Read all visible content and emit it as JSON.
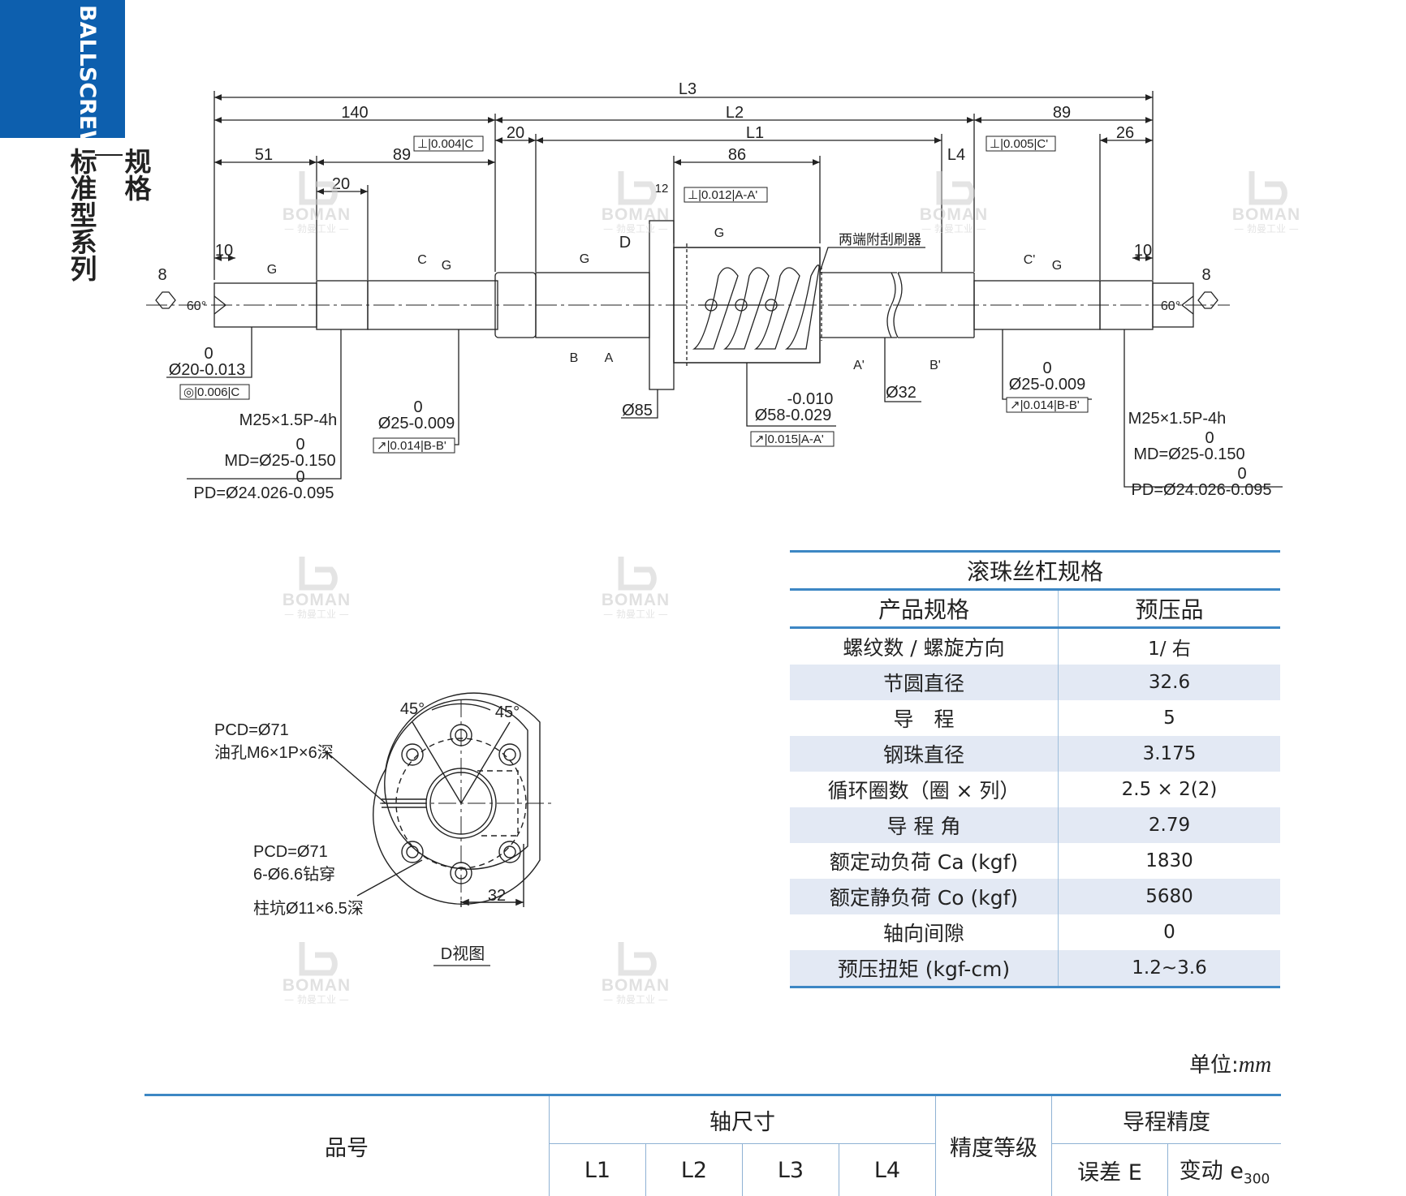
{
  "sidebar": {
    "category": "BALLSCREWS",
    "section_a": "规格",
    "section_b": "标准型系列"
  },
  "drawing": {
    "dims_top": {
      "l3": "L3",
      "l2": "L2",
      "l1": "L1",
      "l4": "L4",
      "d140": "140",
      "d89_right": "89",
      "d20_top": "20",
      "d26": "26",
      "d51": "51",
      "d89_left": "89",
      "d86": "86",
      "d20_small": "20",
      "d12": "12",
      "d10_left": "10",
      "d10_right": "10",
      "d8_left": "8",
      "d8_right": "8"
    },
    "tolerances": {
      "perp_c": "⊥|0.004|C",
      "perp_c_prime": "⊥|0.005|C'",
      "perp_aa": "⊥|0.012|A-A'",
      "conc_c": "◎|0.006|C",
      "runout_bb_left": "↗|0.014|B-B'",
      "runout_bb_right": "↗|0.014|B-B'",
      "runout_aa": "↗|0.015|A-A'"
    },
    "labels": {
      "g": "G",
      "d": "D",
      "c": "C",
      "c_prime": "C'",
      "a": "A",
      "b": "B",
      "a_prime": "A'",
      "b_prime": "B'",
      "angle60": "60°",
      "wiper": "两端附刮刷器"
    },
    "callouts": {
      "shaft_left_zero": "0",
      "shaft_left": "Ø20-0.013",
      "thread_left": "M25×1.5P-4h",
      "md_zero_left": "0",
      "md_left": "MD=Ø25-0.150",
      "pd_zero_left": "0",
      "pd_left": "PD=Ø24.026-0.095",
      "bearing_left_zero": "0",
      "bearing_left": "Ø25-0.009",
      "flange": "Ø85",
      "nut_upper": "-0.010",
      "nut": "Ø58-0.029",
      "screw": "Ø32",
      "bearing_right_zero": "0",
      "bearing_right": "Ø25-0.009",
      "thread_right": "M25×1.5P-4h",
      "md_zero_right": "0",
      "md_right": "MD=Ø25-0.150",
      "pd_zero_right": "0",
      "pd_right": "PD=Ø24.026-0.095"
    },
    "dview": {
      "angle_left": "45°",
      "angle_right": "45°",
      "pcd1": "PCD=Ø71",
      "oil": "油孔M6×1P×6深",
      "pcd2": "PCD=Ø71",
      "holes": "6-Ø6.6钻穿",
      "counter": "柱坑Ø11×6.5深",
      "dim32": "32",
      "caption": "D视图"
    }
  },
  "watermark": {
    "brand": "BOMAN",
    "cn": "— 勃曼工业 —"
  },
  "spec_table": {
    "title": "滚珠丝杠规格",
    "header": {
      "left": "产品规格",
      "right": "预压品"
    },
    "rows": [
      {
        "label": "螺纹数 / 螺旋方向",
        "value": "1/ 右"
      },
      {
        "label": "节圆直径",
        "value": "32.6"
      },
      {
        "label": "导　程",
        "value": "5"
      },
      {
        "label": "钢珠直径",
        "value": "3.175"
      },
      {
        "label": "循环圈数（圈 × 列）",
        "value": "2.5 × 2(2)"
      },
      {
        "label": "导 程 角",
        "value": "2.79"
      },
      {
        "label": "额定动负荷 Ca (kgf)",
        "value": "1830"
      },
      {
        "label": "额定静负荷 Co (kgf)",
        "value": "5680"
      },
      {
        "label": "轴向间隙",
        "value": "0"
      },
      {
        "label": "预压扭矩 (kgf-cm)",
        "value": "1.2~3.6"
      }
    ]
  },
  "unit": {
    "label": "单位:",
    "value": "mm"
  },
  "bottom_table": {
    "part_no": "品号",
    "shaft": "轴尺寸",
    "grade": "精度等级",
    "lead_acc": "导程精度",
    "cols": [
      "L1",
      "L2",
      "L3",
      "L4"
    ],
    "err": "误差 E",
    "var": "变动 e",
    "var_sub": "300"
  }
}
